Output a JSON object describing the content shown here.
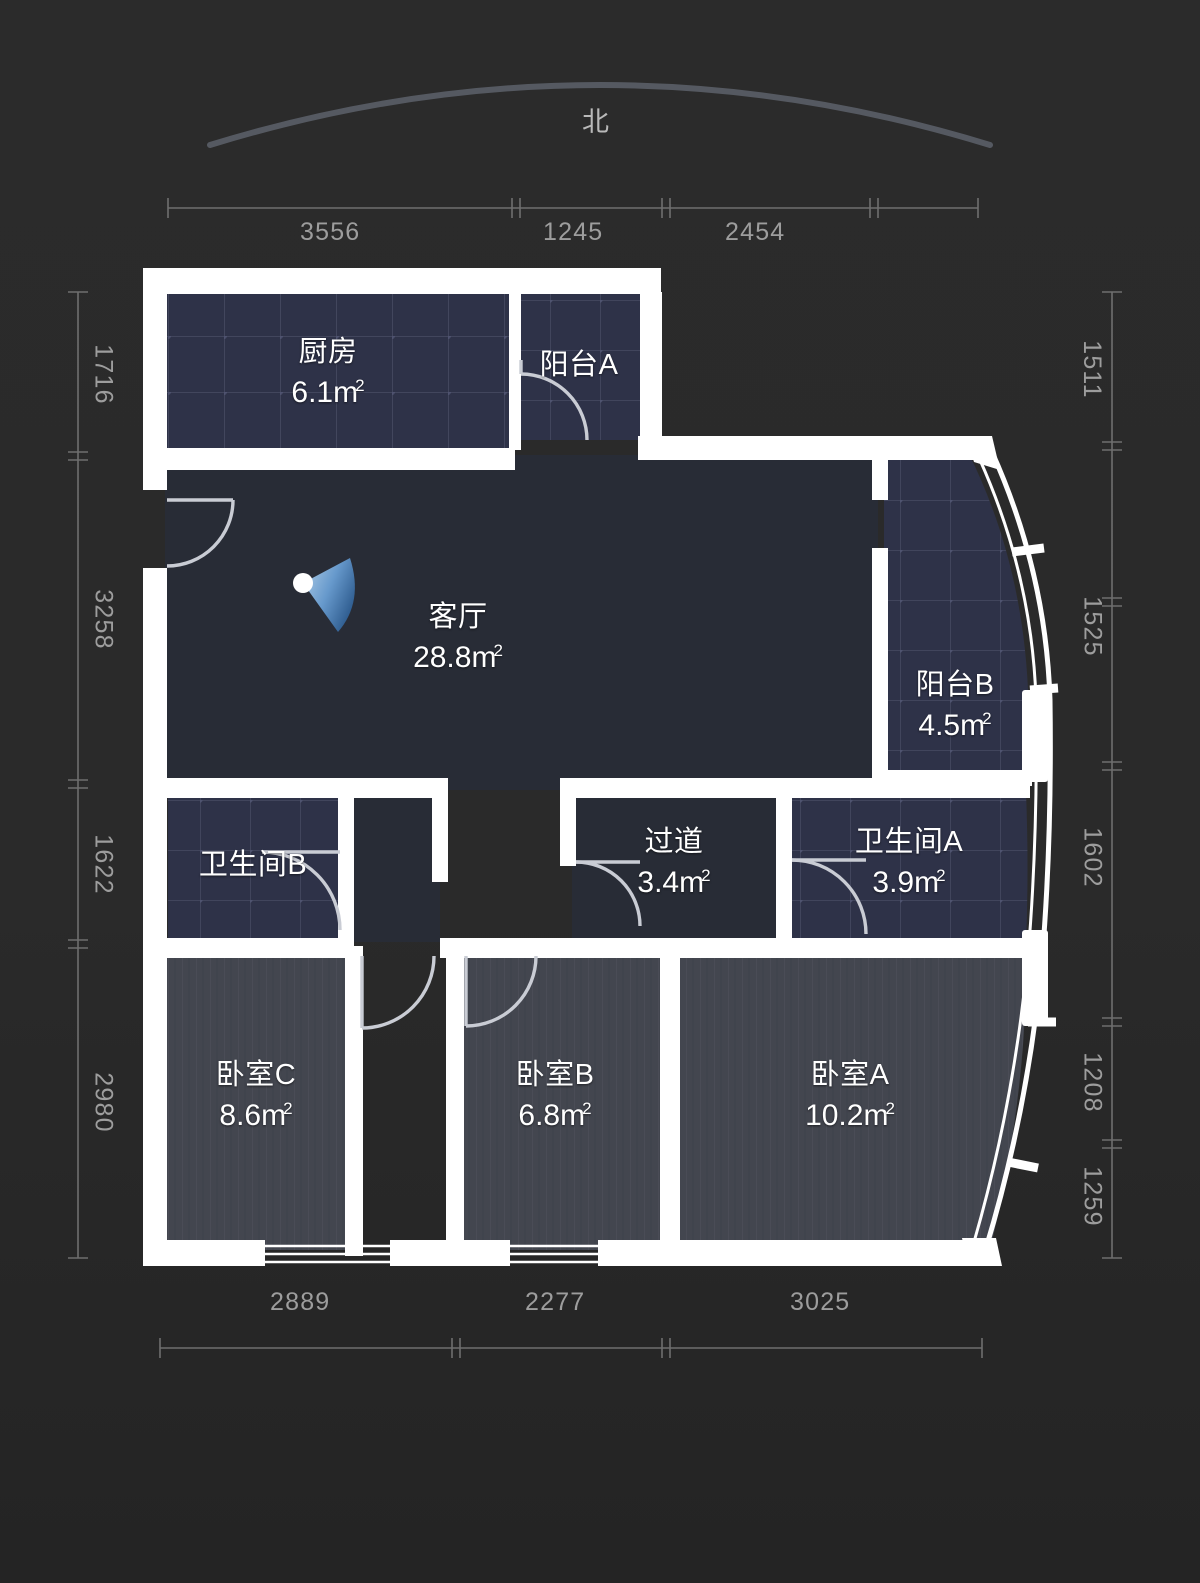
{
  "compass": {
    "direction_label": "北",
    "arc_color": "#5d626b"
  },
  "theme": {
    "background": "#2a2a2a",
    "wall_color": "#ffffff",
    "tile_room_fill": "#2e3248",
    "plain_room_fill": "#282c36",
    "wood_room_fill": "#43464f",
    "dimension_text": "#9d9d9d",
    "label_text": "#ffffff",
    "viewpoint_marker": "#6fa8dc"
  },
  "rooms": [
    {
      "id": "kitchen",
      "name": "厨房",
      "area": "6.1m",
      "unit_sup": "2",
      "floor": "tile"
    },
    {
      "id": "balcony-a",
      "name": "阳台A",
      "area": "",
      "unit_sup": "",
      "floor": "tile"
    },
    {
      "id": "living",
      "name": "客厅",
      "area": "28.8m",
      "unit_sup": "2",
      "floor": "plain"
    },
    {
      "id": "balcony-b",
      "name": "阳台B",
      "area": "4.5m",
      "unit_sup": "2",
      "floor": "tile"
    },
    {
      "id": "bathroom-b",
      "name": "卫生间B",
      "area": "",
      "unit_sup": "",
      "floor": "tile"
    },
    {
      "id": "hallway",
      "name": "过道",
      "area": "3.4m",
      "unit_sup": "2",
      "floor": "plain"
    },
    {
      "id": "bathroom-a",
      "name": "卫生间A",
      "area": "3.9m",
      "unit_sup": "2",
      "floor": "tile"
    },
    {
      "id": "bedroom-c",
      "name": "卧室C",
      "area": "8.6m",
      "unit_sup": "2",
      "floor": "wood"
    },
    {
      "id": "bedroom-b",
      "name": "卧室B",
      "area": "6.8m",
      "unit_sup": "2",
      "floor": "wood"
    },
    {
      "id": "bedroom-a",
      "name": "卧室A",
      "area": "10.2m",
      "unit_sup": "2",
      "floor": "wood"
    }
  ],
  "dimensions": {
    "top": [
      "3556",
      "1245",
      "2454"
    ],
    "bottom": [
      "2889",
      "2277",
      "3025"
    ],
    "left": [
      "1716",
      "3258",
      "1622",
      "2980"
    ],
    "right": [
      "1511",
      "1525",
      "1602",
      "1208",
      "1259"
    ]
  }
}
